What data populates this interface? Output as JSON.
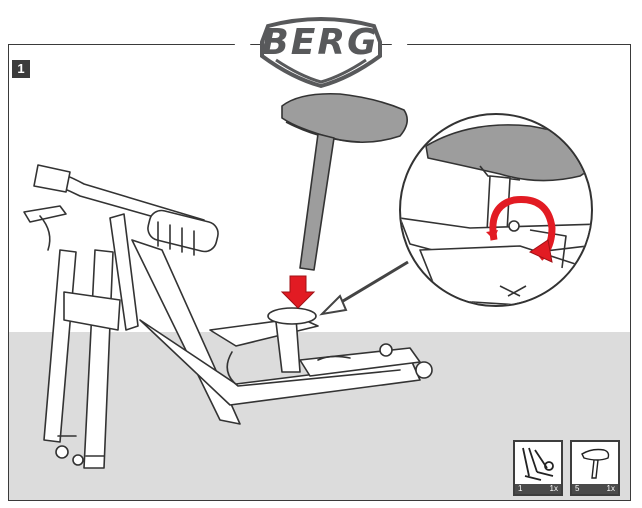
{
  "brand": {
    "logo_text": "BERG",
    "color": "#58595b"
  },
  "step": {
    "number": "1"
  },
  "colors": {
    "arrow": "#e21b23",
    "line": "#333333",
    "floor": "#dcdcdc"
  },
  "parts": [
    {
      "icon": "tools-icon",
      "number": "1",
      "quantity": "1x"
    },
    {
      "icon": "seat-icon",
      "number": "5",
      "quantity": "1x"
    }
  ]
}
